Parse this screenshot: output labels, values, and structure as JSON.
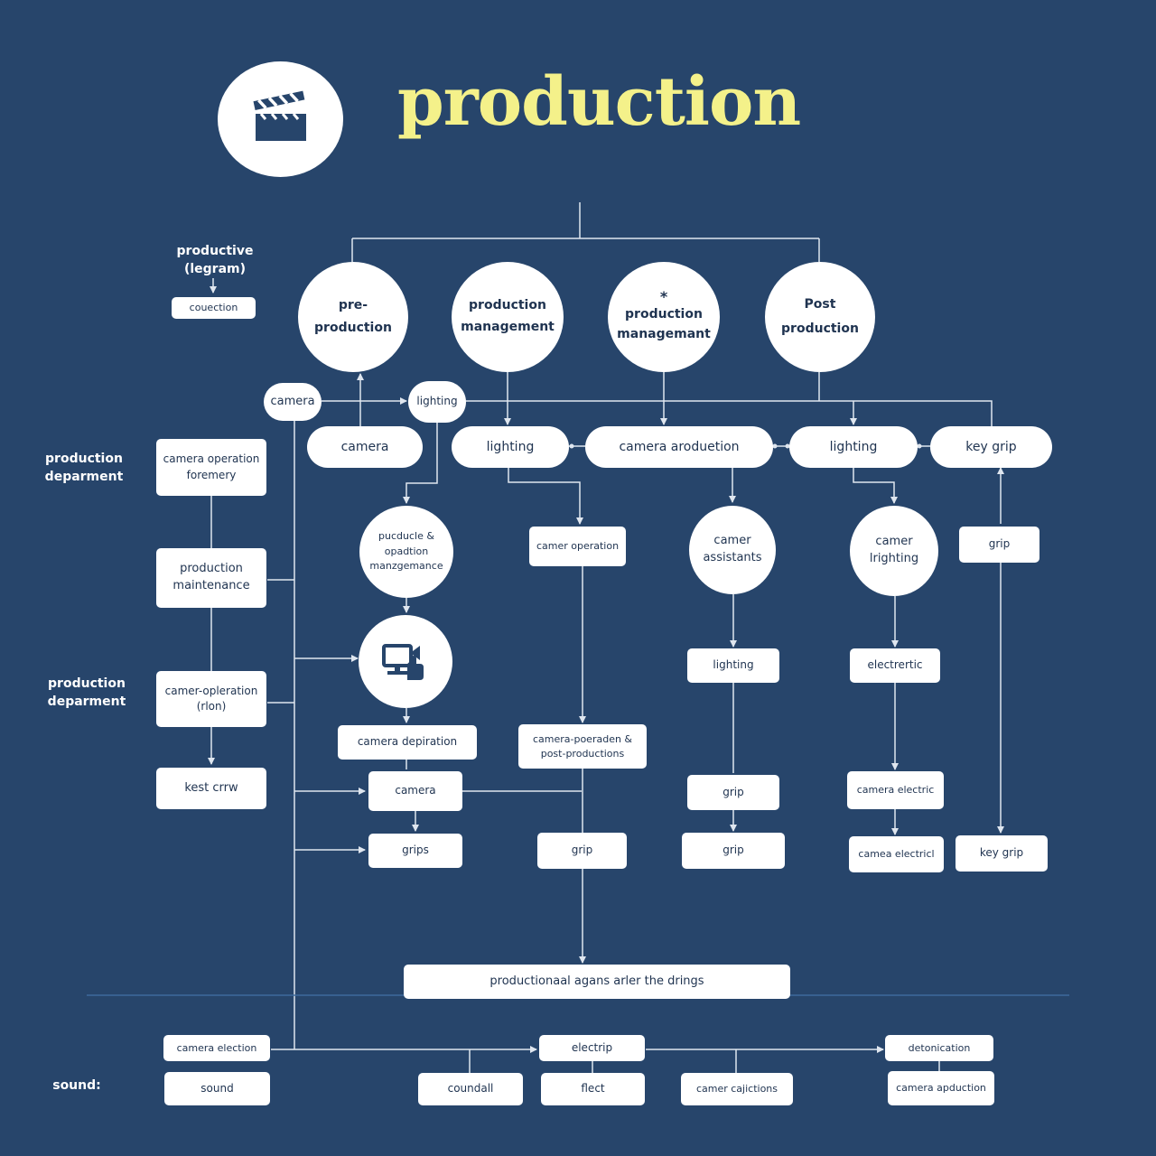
{
  "title": "production",
  "icons": {
    "logo": "clapperboard-icon",
    "monitor": "monitor-hand-icon"
  },
  "colors": {
    "background": "#27456b",
    "title": "#f4f18a",
    "node": "#ffffff",
    "line": "#dfe6ef",
    "divider": "#3f6a9c"
  },
  "legend": {
    "title": "productive\n(legram)",
    "box": "couection"
  },
  "side_labels": {
    "dept1": "production\ndeparment",
    "dept2": "production\ndeparment",
    "sound": "sound:"
  },
  "top_circles": {
    "pre": "pre-\nproduction",
    "pm1": "production\nmanagement",
    "pm2_star": "*",
    "pm2": "production\nmanagemant",
    "post": "Post\nproduction"
  },
  "row1": {
    "camera": "camera",
    "lighting": "lighting"
  },
  "pills": {
    "camera": "camera",
    "lighting1": "lighting",
    "camera_arod": "camera aroduetion",
    "lighting2": "lighting",
    "key_grip": "key grip"
  },
  "left_col": {
    "op_foreman": "camera operation\nforemery",
    "maintenance": "production\nmaintenance",
    "cam_op": "camer-opleration\n(rlon)",
    "kest": "kest crrw"
  },
  "col2": {
    "circle": "pucducle &\nopadtion\nmanzgemance",
    "depiration": "camera depiration",
    "camera": "camera",
    "grips": "grips"
  },
  "col3": {
    "op": "camer operation",
    "post": "camera-poeraden &\npost-productions",
    "grip": "grip"
  },
  "col4": {
    "circle": "camer\nassistants",
    "lighting": "lighting",
    "grip1": "grip",
    "grip2": "grip"
  },
  "col5": {
    "circle": "camer\nlrighting",
    "electric": "electrertic",
    "cam_electric": "camera electric",
    "camea_electric": "camea electricl"
  },
  "col6": {
    "grip": "grip",
    "key_grip": "key grip"
  },
  "bottom": {
    "wide": "productionaal agans arler the drings",
    "cam_election": "camera election",
    "electrip": "electrip",
    "detonication": "detonication",
    "sound": "sound",
    "coundall": "coundall",
    "flect": "flect",
    "camer_cajections": "camer cajictions",
    "camera_apduction": "camera apduction"
  }
}
